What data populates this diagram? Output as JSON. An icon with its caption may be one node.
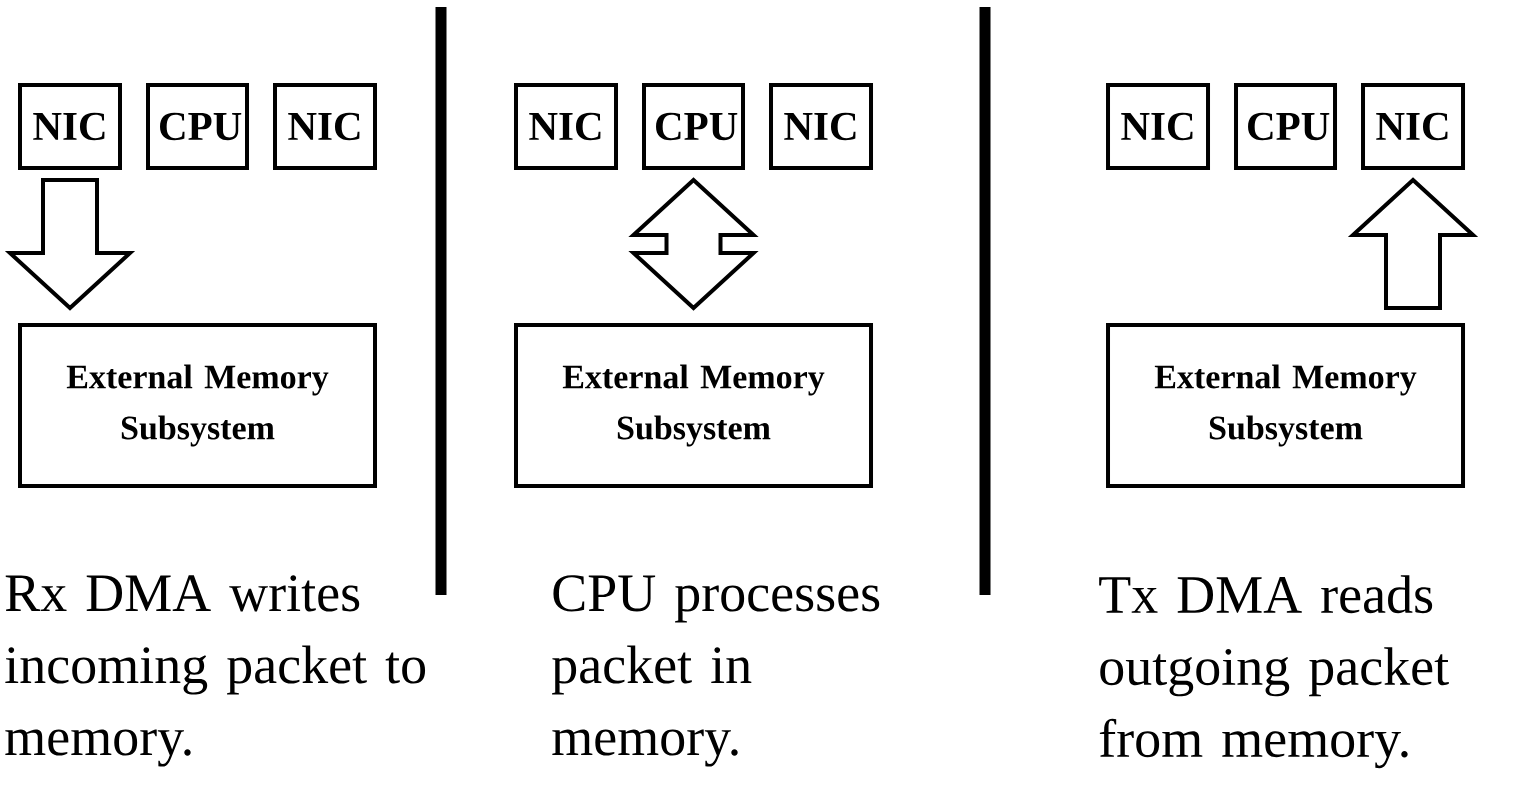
{
  "diagram": {
    "nodes": [
      {
        "text": [
          "NIC"
        ]
      },
      {
        "text": [
          "CPU"
        ]
      },
      {
        "text": [
          "NIC"
        ]
      },
      {
        "text": [
          "External Memory Subsystem"
        ]
      },
      {
        "text": [
          "NIC"
        ]
      },
      {
        "text": [
          "CPU"
        ]
      },
      {
        "text": [
          "NIC"
        ]
      },
      {
        "text": [
          "External Memory Subsystem"
        ]
      },
      {
        "text": [
          "NIC"
        ]
      },
      {
        "text": [
          "CPU"
        ]
      },
      {
        "text": [
          "NIC"
        ]
      },
      {
        "text": [
          "External Memory Subsystem"
        ]
      }
    ],
    "edges": [
      {
        "from": 0,
        "to": 3,
        "arrow": "to"
      },
      {
        "from": 5,
        "to": 7,
        "arrow": "both"
      },
      {
        "from": 11,
        "to": 10,
        "arrow": "to"
      }
    ],
    "labels": [
      "Rx DMA writes incoming packet to memory.",
      "CPU processes packet in memory.",
      "Tx DMA reads outgoing packet from memory."
    ]
  }
}
